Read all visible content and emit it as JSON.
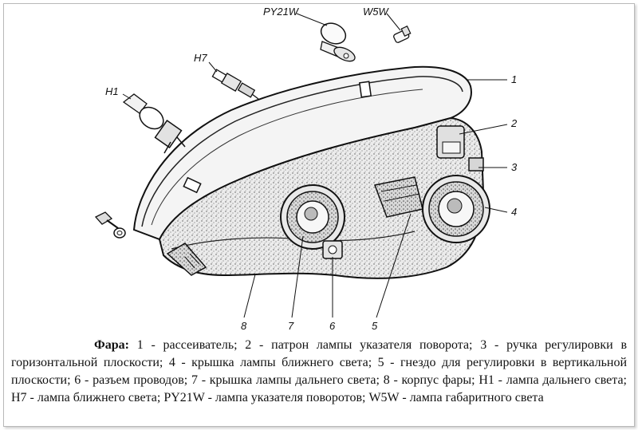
{
  "diagram": {
    "labels": {
      "py21w": "PY21W",
      "w5w": "W5W",
      "h7": "H7",
      "h1": "H1",
      "n1": "1",
      "n2": "2",
      "n3": "3",
      "n4": "4",
      "n5": "5",
      "n6": "6",
      "n7": "7",
      "n8": "8"
    }
  },
  "caption": {
    "heading": "Фара:",
    "text": "1 - рассеиватель; 2 - патрон лампы указателя поворота; 3 - ручка регулировки в горизонтальной плоскости; 4 - крышка лампы ближнего света; 5 - гнездо для регулировки в вертикальной плоскости; 6 - разъем проводов; 7 - крышка лампы дальнего света; 8 - корпус фары; H1 - лампа дальнего света; H7 - лампа ближнего света; PY21W - лампа указателя поворотов; W5W - лампа габаритного света"
  }
}
